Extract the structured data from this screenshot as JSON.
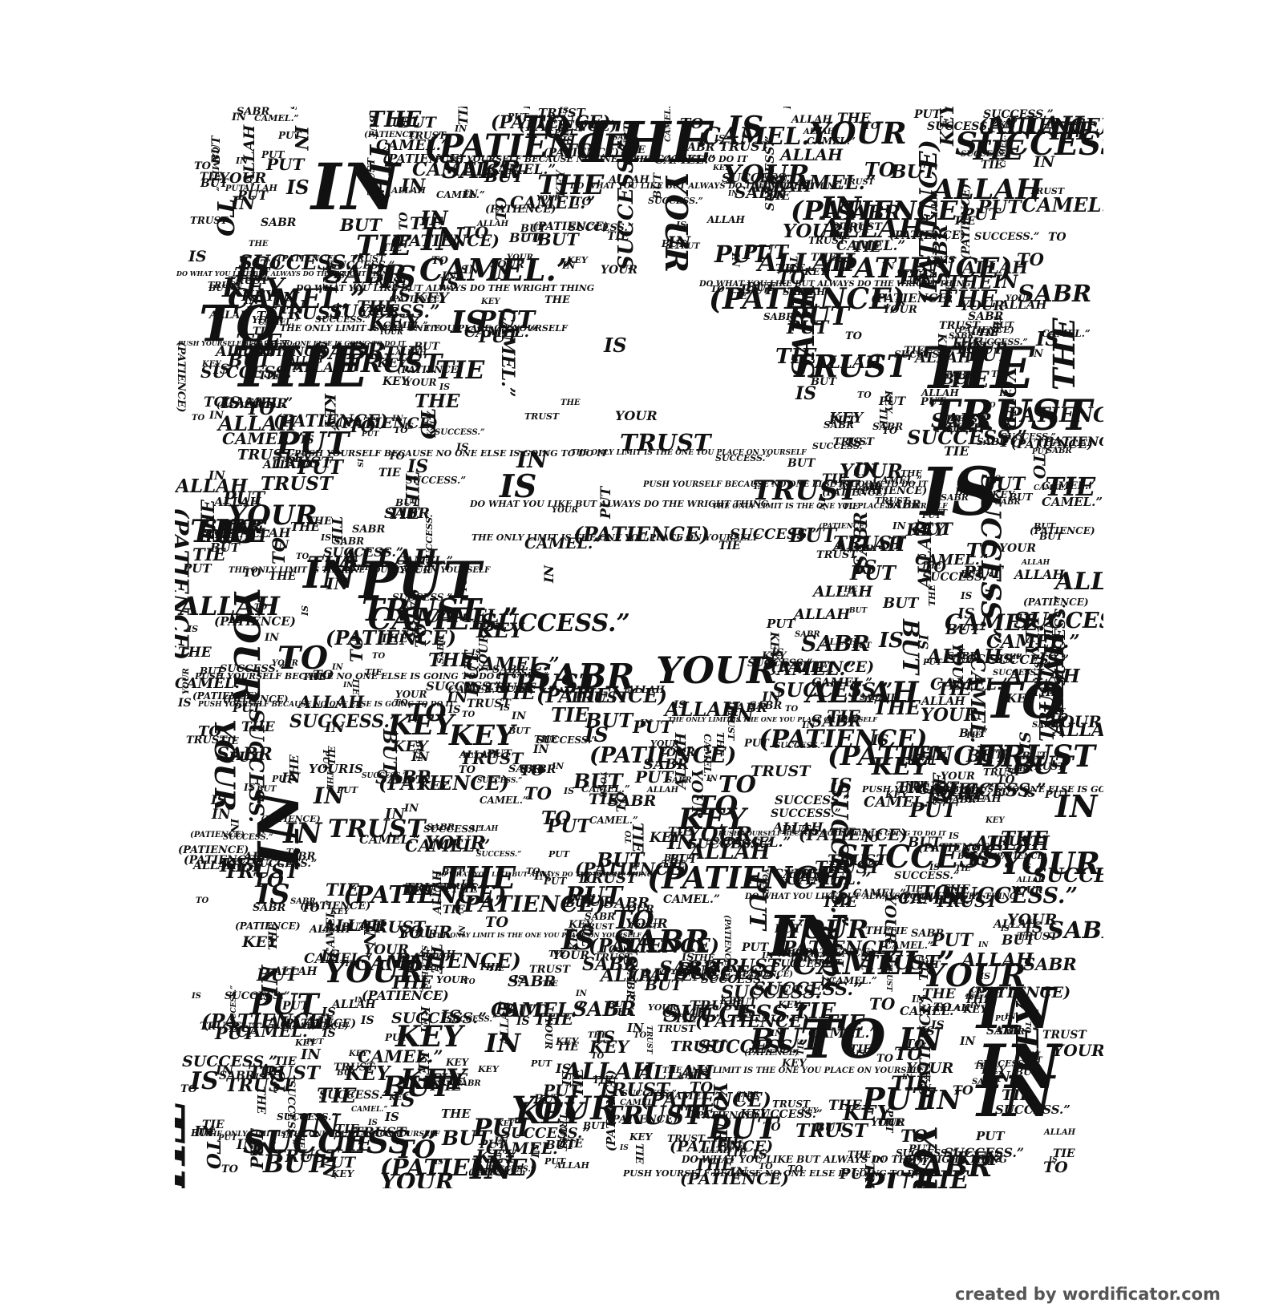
{
  "words": [
    "IN",
    "THE",
    "TO",
    "IS",
    "YOUR",
    "TIE",
    "BUT",
    "PUT",
    "SABR",
    "TRUST",
    "KEY",
    "ALLAH",
    "CAMEL.”",
    "SUCCESS.”",
    "(PATIENCE)"
  ],
  "phrases": [
    "PUSH YOURSELF BECAUSE NO ONE ELSE IS GOING TO DO IT",
    "THE ONLY LIMIT IS THE ONE YOU PLACE ON YOURSELF",
    "DO WHAT YOU LIKE BUT ALWAYS DO THE WRIGHT THING"
  ],
  "credit": "created by wordificator.com",
  "colors": {
    "ink": "#111111",
    "paper": "#ffffff",
    "credit": "#555555"
  }
}
